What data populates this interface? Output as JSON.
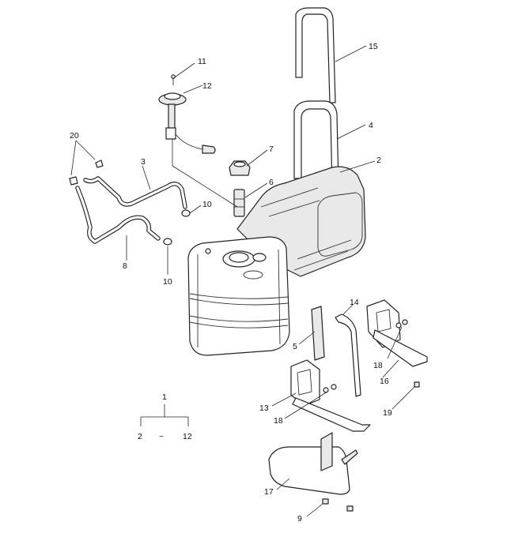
{
  "callouts": {
    "c1": "1",
    "c2": "2",
    "c3": "3",
    "c4": "4",
    "c5": "5",
    "c6": "6",
    "c7": "7",
    "c8": "8",
    "c9": "9",
    "c10a": "10",
    "c10b": "10",
    "c11": "11",
    "c12": "12",
    "c13": "13",
    "c14": "14",
    "c15": "15",
    "c16": "16",
    "c17": "17",
    "c18a": "18",
    "c18b": "18",
    "c19": "19",
    "c20": "20"
  },
  "assembly_key": {
    "top": "1",
    "left": "2",
    "tilde": "~",
    "right": "12"
  }
}
